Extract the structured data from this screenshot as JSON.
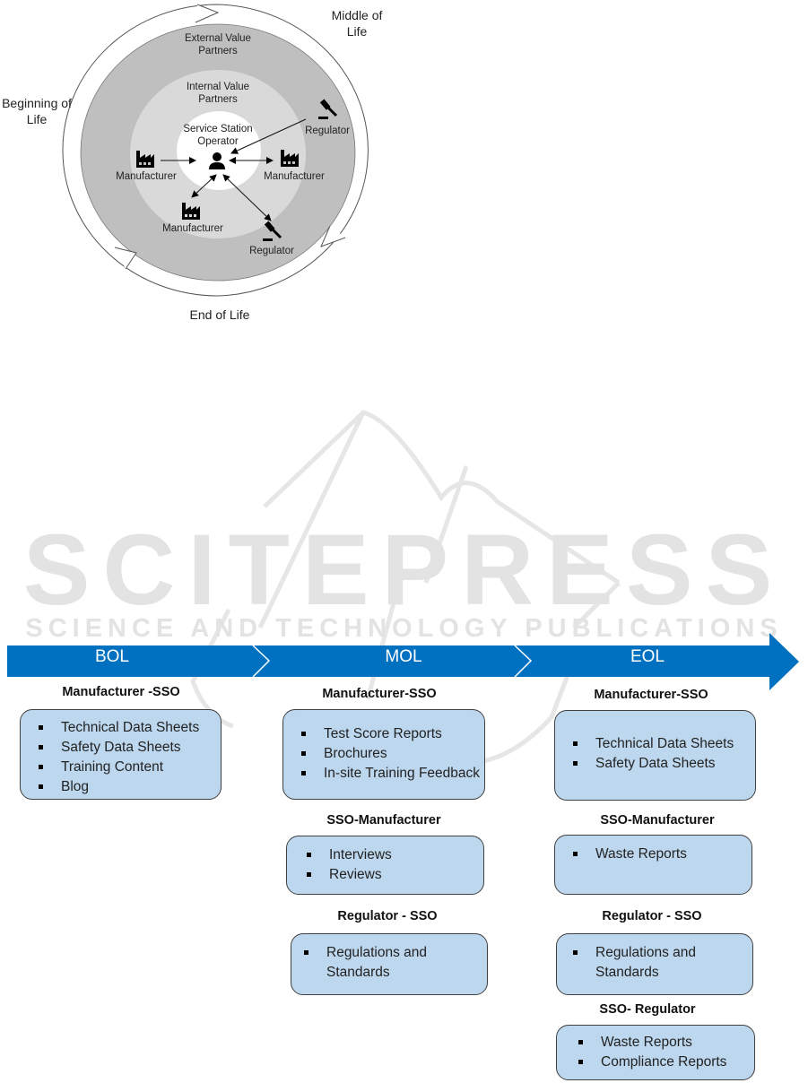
{
  "diagram": {
    "phases": {
      "beginning": "Beginning of Life",
      "middle": "Middle of Life",
      "end": "End of Life"
    },
    "rings": {
      "external": "External Value Partners",
      "internal": "Internal Value Partners",
      "core": "Service Station Operator"
    },
    "nodes": {
      "manufacturer_left": "Manufacturer",
      "manufacturer_right": "Manufacturer",
      "manufacturer_bottom": "Manufacturer",
      "regulator_top": "Regulator",
      "regulator_bottom": "Regulator"
    },
    "colors": {
      "outer_ring": "#bfbfbf",
      "inner_ring": "#d9d9d9",
      "core": "#ffffff"
    }
  },
  "watermark": {
    "title": "SCITEPRESS",
    "subtitle": "SCIENCE AND TECHNOLOGY PUBLICATIONS"
  },
  "timeline": {
    "band_color": "#0070c0",
    "box_color": "#bdd7ee",
    "stages": [
      {
        "label": "BOL",
        "sections": [
          {
            "title": "Manufacturer -SSO",
            "items": [
              "Technical Data Sheets",
              "Safety Data Sheets",
              "Training Content",
              "Blog"
            ]
          }
        ]
      },
      {
        "label": "MOL",
        "sections": [
          {
            "title": "Manufacturer-SSO",
            "items": [
              "Test Score Reports",
              "Brochures",
              "In-site Training Feedback"
            ]
          },
          {
            "title": "SSO-Manufacturer",
            "items": [
              "Interviews",
              "Reviews"
            ]
          },
          {
            "title": "Regulator - SSO",
            "items": [
              "Regulations and Standards"
            ]
          }
        ]
      },
      {
        "label": "EOL",
        "sections": [
          {
            "title": "Manufacturer-SSO",
            "items": [
              "Technical Data Sheets",
              "Safety Data Sheets"
            ]
          },
          {
            "title": "SSO-Manufacturer",
            "items": [
              "Waste Reports"
            ]
          },
          {
            "title": "Regulator - SSO",
            "items": [
              "Regulations and Standards"
            ]
          },
          {
            "title": "SSO- Regulator",
            "items": [
              "Waste Reports",
              "Compliance Reports"
            ]
          }
        ]
      }
    ]
  }
}
